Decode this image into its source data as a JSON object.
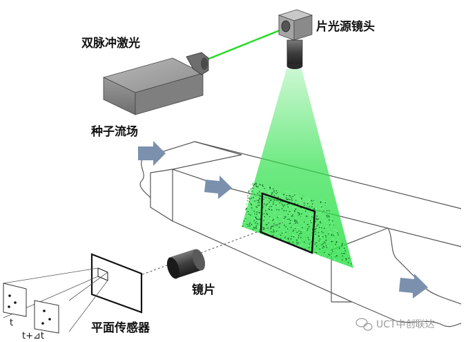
{
  "labels": {
    "laser": "双脉冲激光",
    "lens_head": "片光源镜头",
    "seeded_flow": "种子流场",
    "lens": "镜片",
    "sensor": "平面传感器",
    "frame_t": "t",
    "frame_t_dt": "t+⊿t"
  },
  "watermark": {
    "text": "UCT中创联达"
  },
  "colors": {
    "laser_beam": "#22dd22",
    "light_sheet": "#2ee04a",
    "flow_arrow": "#7b90ad",
    "device_body": "#8a8a8a"
  }
}
